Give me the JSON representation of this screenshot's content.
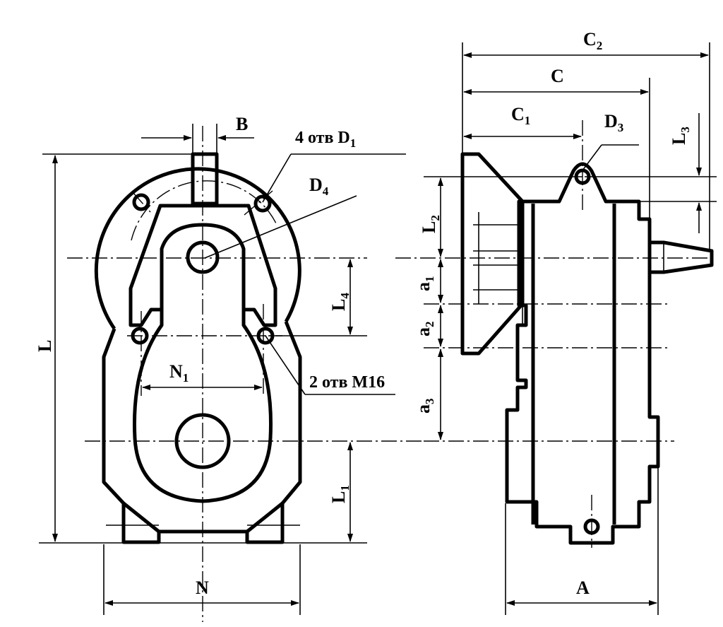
{
  "labels": {
    "L": "L",
    "B": "B",
    "N": "N",
    "A": "A",
    "N1": "N",
    "N1_sub": "1",
    "D4": "D",
    "D4_sub": "4",
    "L4": "L",
    "L4_sub": "4",
    "L1": "L",
    "L1_sub": "1",
    "C2": "C",
    "C2_sub": "2",
    "C": "C",
    "C1": "C",
    "C1_sub": "1",
    "D3": "D",
    "D3_sub": "3",
    "L3": "L",
    "L3_sub": "3",
    "L2": "L",
    "L2_sub": "2",
    "a1": "a",
    "a1_sub": "1",
    "a2": "a",
    "a2_sub": "2",
    "a3": "a",
    "a3_sub": "3"
  },
  "notes": {
    "holes_d1": "4 отв  D",
    "holes_d1_sub": "1",
    "holes_m16": "2 отв M16"
  }
}
